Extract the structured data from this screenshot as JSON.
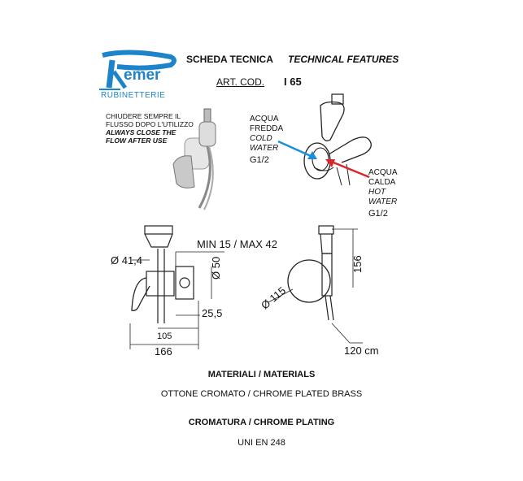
{
  "logo": {
    "brand": "emer",
    "sub": "RUBINETTERIE",
    "color": "#1d84c9"
  },
  "header": {
    "title_it": "SCHEDA TECNICA",
    "title_en": "TECHNICAL FEATURES",
    "art_label": "ART. COD.",
    "art_code": "I 65"
  },
  "warning": {
    "line1": "CHIUDERE SEMPRE IL",
    "line2": "FLUSSO DOPO L'UTILIZZO",
    "line3": "ALWAYS CLOSE THE",
    "line4": "FLOW AFTER  USE"
  },
  "cold": {
    "it1": "ACQUA",
    "it2": "FREDDA",
    "en1": "COLD",
    "en2": "WATER",
    "size": "G1/2",
    "arrow_color": "#1c8fd9"
  },
  "hot": {
    "it1": "ACQUA",
    "it2": "CALDA",
    "en1": "HOT",
    "en2": "WATER",
    "size": "G1/2",
    "arrow_color": "#d9252b"
  },
  "dims": {
    "min_max": "MIN 15 / MAX 42",
    "d41": "Ø 41,4",
    "d50": "Ø 50",
    "d25": "25,5",
    "d105": "105",
    "d166": "166",
    "d115": "Ø 115",
    "d156": "156",
    "hose": "120 cm"
  },
  "materials": {
    "title": "MATERIALI / MATERIALS",
    "value": "OTTONE CROMATO / CHROME PLATED BRASS",
    "plating_title": "CROMATURA / CHROME PLATING",
    "standard": "UNI EN 248"
  }
}
